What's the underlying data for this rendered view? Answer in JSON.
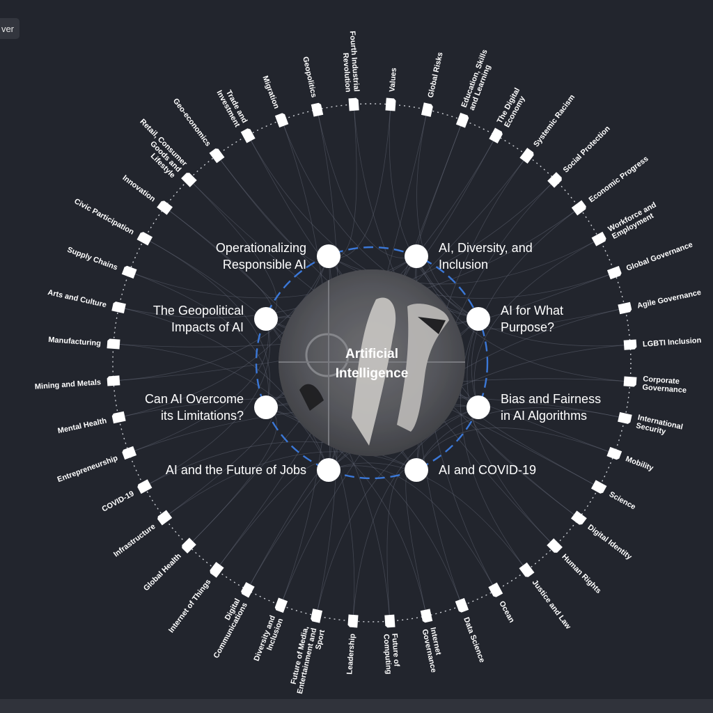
{
  "toolbar": {
    "top_button_label": "ver"
  },
  "center": {
    "title_line1": "Artificial",
    "title_line2": "Intelligence"
  },
  "key_issues": [
    {
      "lines": [
        "Operationalizing",
        "Responsible AI"
      ]
    },
    {
      "lines": [
        "AI, Diversity, and",
        "Inclusion"
      ]
    },
    {
      "lines": [
        "The Geopolitical",
        "Impacts of AI"
      ]
    },
    {
      "lines": [
        "AI for What",
        "Purpose?"
      ]
    },
    {
      "lines": [
        "Can AI Overcome",
        "its Limitations?"
      ]
    },
    {
      "lines": [
        "Bias and Fairness",
        "in AI Algorithms"
      ]
    },
    {
      "lines": [
        "AI and the Future of Jobs"
      ]
    },
    {
      "lines": [
        "AI and COVID-19"
      ]
    }
  ],
  "topics": [
    {
      "lines": [
        "Fourth Industrial",
        "Revolution"
      ]
    },
    {
      "lines": [
        "Values"
      ]
    },
    {
      "lines": [
        "Global Risks"
      ]
    },
    {
      "lines": [
        "Education, Skills",
        "and Learning"
      ]
    },
    {
      "lines": [
        "The Digital",
        "Economy"
      ]
    },
    {
      "lines": [
        "Systemic Racism"
      ]
    },
    {
      "lines": [
        "Social Protection"
      ]
    },
    {
      "lines": [
        "Economic Progress"
      ]
    },
    {
      "lines": [
        "Workforce and",
        "Employment"
      ]
    },
    {
      "lines": [
        "Global Governance"
      ]
    },
    {
      "lines": [
        "Agile Governance"
      ]
    },
    {
      "lines": [
        "LGBTI Inclusion"
      ]
    },
    {
      "lines": [
        "Corporate",
        "Governance"
      ]
    },
    {
      "lines": [
        "International",
        "Security"
      ]
    },
    {
      "lines": [
        "Mobility"
      ]
    },
    {
      "lines": [
        "Science"
      ]
    },
    {
      "lines": [
        "Digital Identity"
      ]
    },
    {
      "lines": [
        "Human Rights"
      ]
    },
    {
      "lines": [
        "Justice and Law"
      ]
    },
    {
      "lines": [
        "Ocean"
      ]
    },
    {
      "lines": [
        "Data Science"
      ]
    },
    {
      "lines": [
        "Internet",
        "Governance"
      ]
    },
    {
      "lines": [
        "Future of",
        "Computing"
      ]
    },
    {
      "lines": [
        "Leadership"
      ]
    },
    {
      "lines": [
        "Future of Media,",
        "Entertainment and",
        "Sport"
      ]
    },
    {
      "lines": [
        "Diversity and",
        "Inclusion"
      ]
    },
    {
      "lines": [
        "Digital",
        "Communications"
      ]
    },
    {
      "lines": [
        "Internet of Things"
      ]
    },
    {
      "lines": [
        "Global Health"
      ]
    },
    {
      "lines": [
        "Infrastructure"
      ]
    },
    {
      "lines": [
        "COVID-19"
      ]
    },
    {
      "lines": [
        "Entrepreneurship"
      ]
    },
    {
      "lines": [
        "Mental Health"
      ]
    },
    {
      "lines": [
        "Mining and Metals"
      ]
    },
    {
      "lines": [
        "Manufacturing"
      ]
    },
    {
      "lines": [
        "Arts and Culture"
      ]
    },
    {
      "lines": [
        "Supply Chains"
      ]
    },
    {
      "lines": [
        "Civic Participation"
      ]
    },
    {
      "lines": [
        "Innovation"
      ]
    },
    {
      "lines": [
        "Retail, Consumer",
        "Goods and",
        "Lifestyle"
      ]
    },
    {
      "lines": [
        "Geo-economics"
      ]
    },
    {
      "lines": [
        "Trade and",
        "Investment"
      ]
    },
    {
      "lines": [
        "Migration"
      ]
    },
    {
      "lines": [
        "Geopolitics"
      ]
    }
  ],
  "colors": {
    "background": "#22252d",
    "ring_dashed": "#3b78d8",
    "node_fill": "#ffffff",
    "link_stroke": "#6c7080",
    "label_text": "#ffffff"
  }
}
